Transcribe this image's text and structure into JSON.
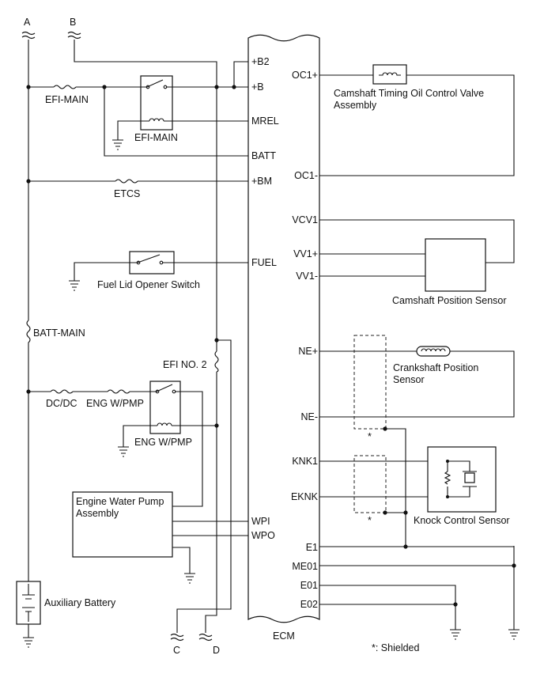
{
  "connectors": {
    "a": "A",
    "b": "B",
    "c": "C",
    "d": "D"
  },
  "ecm": {
    "label": "ECM",
    "left_pins": {
      "b2": "+B2",
      "b": "+B",
      "mrel": "MREL",
      "batt": "BATT",
      "bm": "+BM",
      "fuel": "FUEL",
      "wpi": "WPI",
      "wpo": "WPO"
    },
    "right_pins": {
      "oc1p": "OC1+",
      "oc1m": "OC1-",
      "vcv1": "VCV1",
      "vv1p": "VV1+",
      "vv1m": "VV1-",
      "nep": "NE+",
      "nem": "NE-",
      "knk1": "KNK1",
      "eknk": "EKNK",
      "e1": "E1",
      "me01": "ME01",
      "e01": "E01",
      "e02": "E02"
    }
  },
  "components": {
    "fuse_efi_main": "EFI-MAIN",
    "relay_efi_main": "EFI-MAIN",
    "fuse_etcs": "ETCS",
    "fuel_lid_switch": "Fuel Lid Opener Switch",
    "fuse_batt_main": "BATT-MAIN",
    "fuse_efi_no2": "EFI NO. 2",
    "fuse_dcdc": "DC/DC",
    "fuse_eng_wpmp": "ENG W/PMP",
    "relay_eng_wpmp": "ENG W/PMP",
    "water_pump_line1": "Engine Water Pump",
    "water_pump_line2": "Assembly",
    "aux_battery": "Auxiliary Battery",
    "ocv_line1": "Camshaft Timing Oil Control Valve",
    "ocv_line2": "Assembly",
    "cam_sensor": "Camshaft Position Sensor",
    "crank_line1": "Crankshaft Position",
    "crank_line2": "Sensor",
    "knock_sensor": "Knock Control Sensor",
    "shield_mark_1": "*",
    "shield_mark_2": "*"
  },
  "footnote": "*: Shielded"
}
